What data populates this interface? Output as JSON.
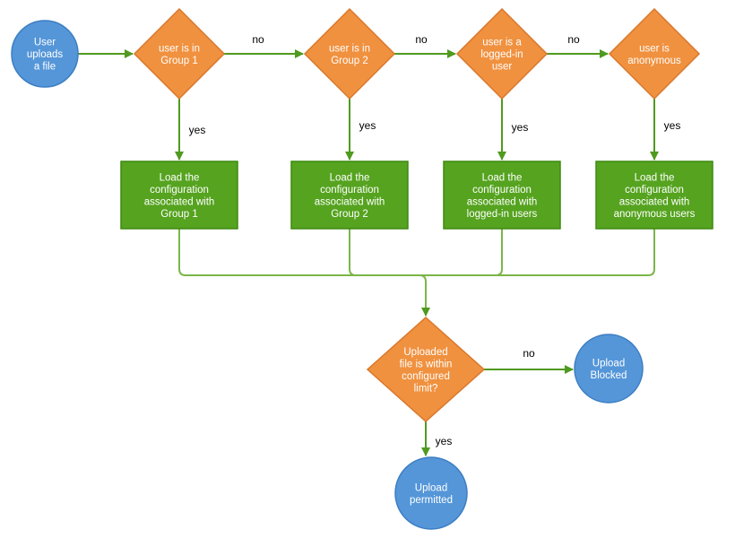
{
  "colors": {
    "circle_fill": "#5496d8",
    "circle_stroke": "#3d7ec3",
    "diamond_fill": "#f0913f",
    "diamond_stroke": "#d9782c",
    "rect_fill": "#55a31f",
    "rect_stroke": "#3f8a14",
    "edge_color": "#4f9a1f",
    "edge_light_color": "#7ab648"
  },
  "nodes": {
    "start": {
      "shape": "circle",
      "lines": [
        "User",
        "uploads",
        "a file"
      ]
    },
    "d1": {
      "shape": "diamond",
      "lines": [
        "user is in",
        "Group 1"
      ]
    },
    "d2": {
      "shape": "diamond",
      "lines": [
        "user is in",
        "Group 2"
      ]
    },
    "d3": {
      "shape": "diamond",
      "lines": [
        "user is a",
        "logged-in",
        "user"
      ]
    },
    "d4": {
      "shape": "diamond",
      "lines": [
        "user is",
        "anonymous"
      ]
    },
    "r1": {
      "shape": "rect",
      "lines": [
        "Load the",
        "configuration",
        "associated with",
        "Group 1"
      ]
    },
    "r2": {
      "shape": "rect",
      "lines": [
        "Load the",
        "configuration",
        "associated with",
        "Group 2"
      ]
    },
    "r3": {
      "shape": "rect",
      "lines": [
        "Load the",
        "configuration",
        "associated with",
        "logged-in users"
      ]
    },
    "r4": {
      "shape": "rect",
      "lines": [
        "Load the",
        "configuration",
        "associated with",
        "anonymous users"
      ]
    },
    "check": {
      "shape": "diamond",
      "lines": [
        "Uploaded",
        "file is within",
        "configured",
        "limit?"
      ]
    },
    "blocked": {
      "shape": "circle",
      "lines": [
        "Upload",
        "Blocked"
      ]
    },
    "permitted": {
      "shape": "circle",
      "lines": [
        "Upload",
        "permitted"
      ]
    }
  },
  "edges": [
    {
      "from": "start",
      "to": "d1",
      "label": ""
    },
    {
      "from": "d1",
      "to": "d2",
      "label": "no"
    },
    {
      "from": "d2",
      "to": "d3",
      "label": "no"
    },
    {
      "from": "d3",
      "to": "d4",
      "label": "no"
    },
    {
      "from": "d1",
      "to": "r1",
      "label": "yes"
    },
    {
      "from": "d2",
      "to": "r2",
      "label": "yes"
    },
    {
      "from": "d3",
      "to": "r3",
      "label": "yes"
    },
    {
      "from": "d4",
      "to": "r4",
      "label": "yes"
    },
    {
      "from": "r1",
      "to": "check",
      "label": ""
    },
    {
      "from": "r2",
      "to": "check",
      "label": ""
    },
    {
      "from": "r3",
      "to": "check",
      "label": ""
    },
    {
      "from": "r4",
      "to": "check",
      "label": ""
    },
    {
      "from": "check",
      "to": "blocked",
      "label": "no"
    },
    {
      "from": "check",
      "to": "permitted",
      "label": "yes"
    }
  ]
}
